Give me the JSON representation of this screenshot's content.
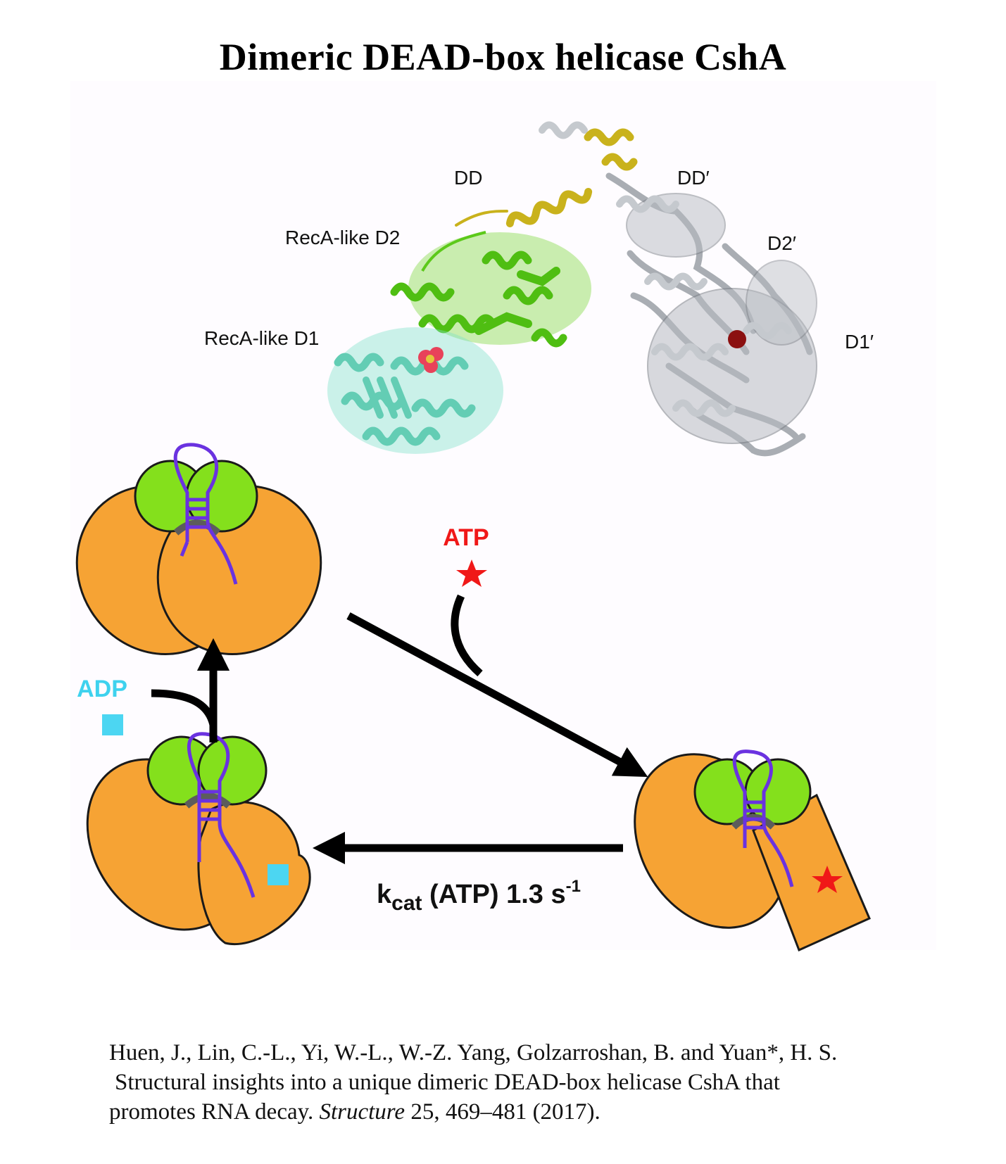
{
  "title": "Dimeric DEAD-box helicase CshA",
  "structure_labels": {
    "dd": "DD",
    "dd_prime": "DD′",
    "recA_d2": "RecA-like D2",
    "d2_prime": "D2′",
    "recA_d1": "RecA-like D1",
    "d1_prime": "D1′"
  },
  "cycle": {
    "atp_label": "ATP",
    "adp_label": "ADP",
    "rate_k": "k",
    "rate_sub": "cat",
    "rate_rest": " (ATP) 1.3 s",
    "rate_sup": "-1"
  },
  "colors": {
    "recA_d1": "#7ee0c8",
    "recA_d2": "#66d21a",
    "dd": "#d8c21a",
    "partner": "#b8bcc2",
    "domain_orange": "#f6a334",
    "domain_green": "#84e01c",
    "rna_purple": "#6a32e0",
    "atp_red": "#f01818",
    "adp_cyan": "#4cd6f2"
  },
  "citation": {
    "line1": "Huen, J., Lin, C.-L., Yi, W.-L., W.-Z. Yang, Golzarroshan, B. and Yuan*, H. S.",
    "line2": "Structural insights into a unique dimeric DEAD-box helicase CshA that",
    "line3_pre": "promotes RNA decay. ",
    "journal": "Structure",
    "line3_post": " 25, 469–481 (2017)."
  }
}
